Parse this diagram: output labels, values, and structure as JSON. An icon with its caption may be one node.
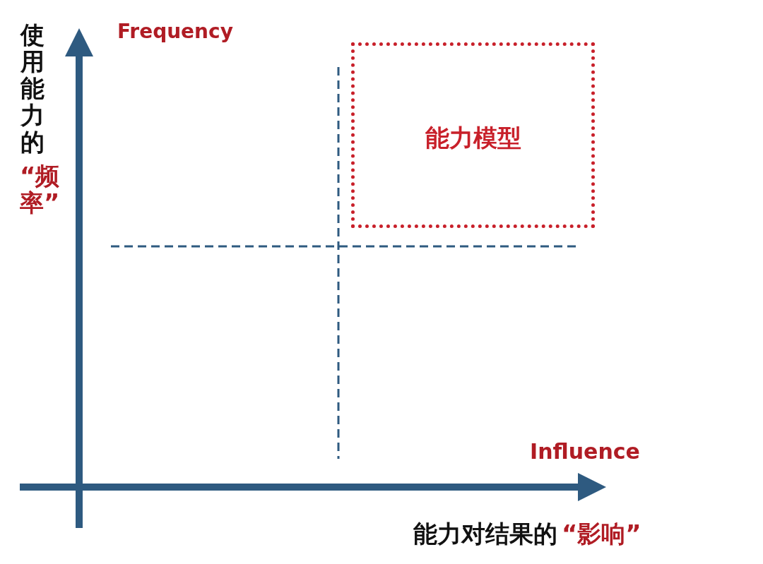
{
  "diagram": {
    "nodes": [
      {
        "text": [
          "能力模型"
        ]
      }
    ],
    "labels": [
      "使用能力的",
      "“频率”",
      "Frequency",
      "Influence",
      "能力对结果的",
      "“影响”"
    ]
  }
}
